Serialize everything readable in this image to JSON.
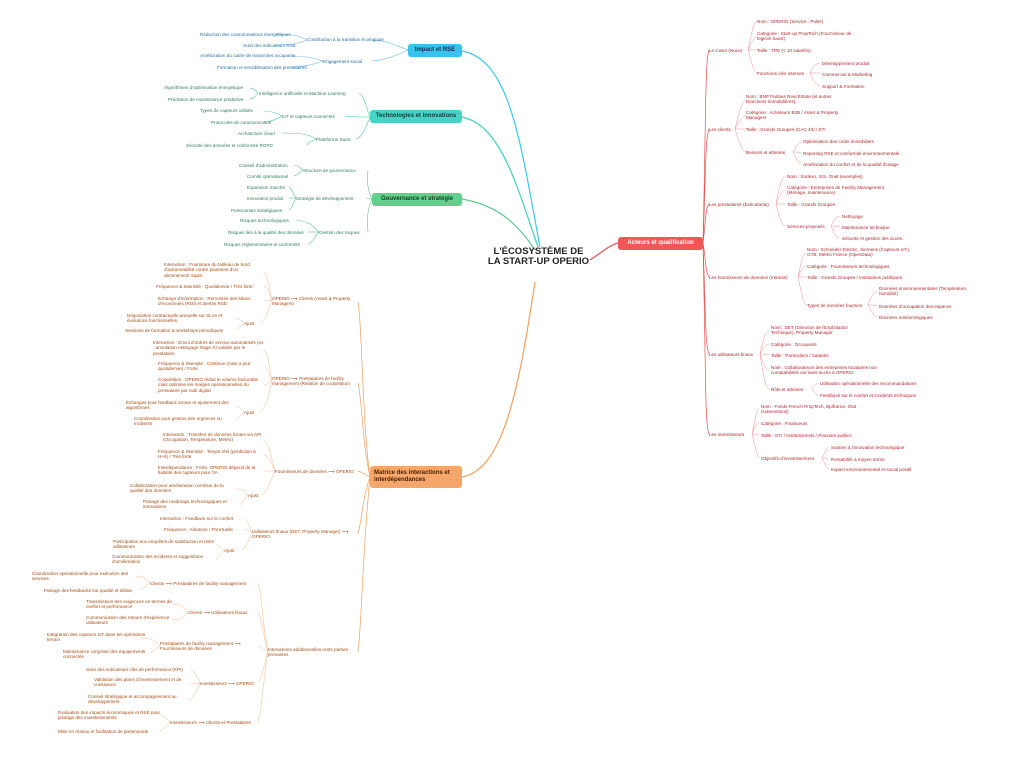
{
  "title": "L'ÉCOSYSTÈME DE LA START-UP OPERIO",
  "impact": {
    "label": "Impact et RSE",
    "sub1": "Contribution à la transition écologique",
    "sub1_items": [
      "Réduction des consommations énergétiques",
      "Suivi des indicateurs RSE"
    ],
    "sub2": "Engagement social",
    "sub2_items": [
      "Amélioration du cadre de travail des occupants",
      "Formation et sensibilisation des prestataires"
    ]
  },
  "tech": {
    "label": "Technologies et innovations",
    "sub1": "Intelligence artificielle et Machine Learning",
    "sub1_items": [
      "Algorithmes d'optimisation énergétique",
      "Prédiction de maintenance prédictive"
    ],
    "sub2": "IoT et capteurs connectés",
    "sub2_items": [
      "Types de capteurs utilisés",
      "Protocoles de communication"
    ],
    "sub3": "Plateforme SaaS",
    "sub3_items": [
      "Architecture cloud",
      "Sécurité des données et conformité RGPD"
    ]
  },
  "gov": {
    "label": "Gouvernance et stratégie",
    "sub1": "Structure de gouvernance",
    "sub1_items": [
      "Conseil d'administration",
      "Comité opérationnel"
    ],
    "sub2": "Stratégie de développement",
    "sub2_items": [
      "Expansion marché",
      "Innovation produit",
      "Partenariats stratégiques"
    ],
    "sub3": "Gestion des risques",
    "sub3_items": [
      "Risques technologiques",
      "Risques liés à la qualité des données",
      "Risques réglementaires et conformité"
    ]
  },
  "matrix": {
    "label": "Matrice des interactions et interdépendances",
    "ajust": "Ajust",
    "g1": {
      "label": "OPERIO ⟶ Clients (Asset & Property Managers)",
      "items": [
        "Interaction : Fourniture du tableau de bord d'actionnabilité contre paiement d'un abonnement SaaS",
        "Fréquence & Intensité : Quotidienne / Très forte",
        "Échange d'information : Remontée des bilans d'économies (ROI) et alertes RSE"
      ],
      "ajust": [
        "Négociation contractuelle annuelle sur SLAs et évolutions fonctionnelles",
        "Sessions de formation & workshops périodiques"
      ]
    },
    "g2": {
      "label": "OPERIO ⟶ Prestataires de facility management (Relation de coopétition)",
      "items": [
        "Interaction : Envoi d'ordres de service automatisés (ex : annulation nettoyage étage X) validés par le prestataire",
        "Fréquence & Intensité : Continue (mise à jour quotidienne) / Forte",
        "Coopétition : OPERIO réduit le volume facturable mais optimise les marges opérationnelles du prestataire par outil digital"
      ],
      "ajust": [
        "Échanges pour feedback terrain et ajustement des algorithmes",
        "Coordination pour gestion des urgences ou incidents"
      ]
    },
    "g3": {
      "label": "Fournisseurs de données ⟶ OPERIO",
      "items": [
        "Interaction : Transfert de données brutes via API (Occupation, Température, Météo)",
        "Fréquence & Intensité : Temps réel (prédiction à H+6) / Très forte",
        "Interdépendance : Forte, OPERIO dépend de la fiabilité des capteurs pour l'IA"
      ],
      "ajust": [
        "Collaboration pour amélioration continue de la qualité des données",
        "Partage des roadmaps technologiques et innovations"
      ]
    },
    "g4": {
      "label": "Utilisateurs finaux (DET, Property Manager) ⟶ OPERIO",
      "items": [
        "Interaction : Feedback sur le confort",
        "Fréquence : Aléatoire / Ponctuelle"
      ],
      "ajust": [
        "Participation aux enquêtes de satisfaction et tests utilisateurs",
        "Communication des incidents et suggestions d'amélioration"
      ]
    },
    "g5": {
      "label": "Interactions additionnelles entre parties prenantes",
      "c1": "Clients ⟶ Prestataires de facility management",
      "c1_items": [
        "Coordination opérationnelle pour exécution des services",
        "Partage des feedbacks sur qualité et délais"
      ],
      "c2": "Clients ⟶ Utilisateurs finaux",
      "c2_items": [
        "Transmission des exigences en termes de confort et performance",
        "Communication des retours d'expérience utilisateurs"
      ],
      "c3": "Prestataires de facility management ⟶ Fournisseurs de données",
      "c3_items": [
        "Intégration des capteurs IoT dans les opérations terrain",
        "Maintenance conjointe des équipements connectés"
      ],
      "c4": "Investisseurs ⟶ OPERIO",
      "c4_items": [
        "Suivi des indicateurs clés de performance (KPI)",
        "Validation des plans d'investissement et de croissance",
        "Conseil stratégique et accompagnement au développement"
      ],
      "c5": "Investisseurs ⟶ Clients et Prestataires",
      "c5_items": [
        "Évaluation des impacts économiques et RSE pour pilotage des investissements",
        "Mise en réseau et facilitation de partenariats"
      ]
    }
  },
  "actors": {
    "label": "Acteurs et qualification",
    "coeur": {
      "label": "Le Cœur (Noce)",
      "items": [
        "Nom : OPERIO (Service : Pulse)",
        "Catégorie : Start-up PropTech (Fournisseur de logiciel SaaS)",
        "Taille : TPE (< 10 salariés)"
      ],
      "fonctions": "Fonctions clés internes",
      "fonctions_items": [
        "Développement produit",
        "Commercial & Marketing",
        "Support & Formation"
      ]
    },
    "clients": {
      "label": "Les clients",
      "items": [
        "Nom : BNP Paribas Real Estate (et autres Directions Immobilières)",
        "Catégorie : Acheteurs B2B / Asset & Property Managers",
        "Taille : Grands Groupes (CAC 40) / ETI"
      ],
      "besoins": "Besoins et attentes",
      "besoins_items": [
        "Optimisation des coûts immobiliers",
        "Reporting RSE et conformité environnementale",
        "Amélioration du confort et de la qualité d'usage"
      ]
    },
    "prest": {
      "label": "Les prestataires (Exécutants)",
      "items": [
        "Nom : Sodexo, ISS, Onet (exemples)",
        "Catégorie : Entreprises de Facility Management (Ménage, maintenance)",
        "Taille : Grands Groupes"
      ],
      "services": "Services proposés",
      "services_items": [
        "Nettoyage",
        "Maintenance technique",
        "Sécurité et gestion des accès"
      ]
    },
    "fourn": {
      "label": "Les fournisseurs de données (Intrants)",
      "items": [
        "Nom : Schneider Electric, Siemens (Capteurs IoT), GTB, Météo France (OpenData)",
        "Catégorie : Fournisseurs technologiques",
        "Taille : Grands Groupes / Institutions publiques"
      ],
      "types": "Types de données fournies",
      "types_items": [
        "Données environnementales (Température, humidité)",
        "Données d'occupation des espaces",
        "Données météorologiques"
      ]
    },
    "users": {
      "label": "Les utilisateurs finaux",
      "items": [
        "Nom : DET (Direction de l'Exploitation Technique), Property Manager",
        "Catégorie : Occupants",
        "Taille : Particuliers / Salariés",
        "Note : Collaborateurs des entreprises locataires non comptabilisés car sans accès à OPERIO"
      ],
      "roles": "Rôle et attentes",
      "roles_items": [
        "Utilisation opérationnelle des recommandations",
        "Feedback sur le confort et incidents techniques"
      ]
    },
    "invest": {
      "label": "Les investisseurs",
      "items": [
        "Nom : Fonds French PropTech, Bpifrance, État (subventions)",
        "Catégorie : Financeurs",
        "Taille : ETI / Institutionnels / Pouvoirs publics"
      ],
      "obj": "Objectifs d'investissement",
      "obj_items": [
        "Soutien à l'innovation technologique",
        "Rentabilité à moyen terme",
        "Impact environnemental et social positif"
      ]
    }
  }
}
